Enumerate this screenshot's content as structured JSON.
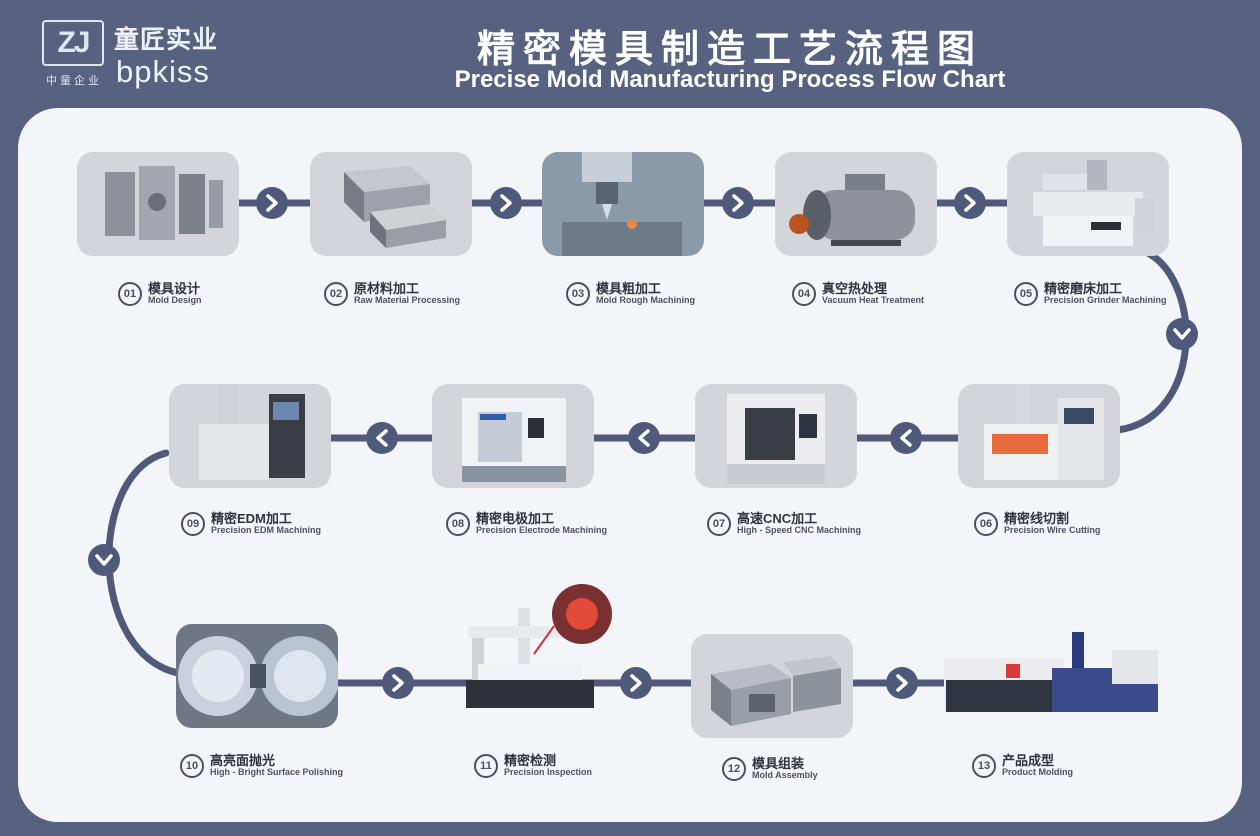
{
  "header": {
    "logo_mark": "ZJ",
    "brand_cn": "童匠实业",
    "brand_sub": "中童企业",
    "brand_en": "bpkiss",
    "title_cn": "精密模具制造工艺流程图",
    "title_en": "Precise Mold Manufacturing Process Flow Chart"
  },
  "colors": {
    "background": "#566280",
    "panel": "#f4f5f8",
    "connector": "#4f5a7a",
    "card": "#d3d5da"
  },
  "steps": [
    {
      "num": "01",
      "cn": "模具设计",
      "en": "Mold Design",
      "icon": "mold-design-image"
    },
    {
      "num": "02",
      "cn": "原材料加工",
      "en": "Raw Material Processing",
      "icon": "steel-blocks-image"
    },
    {
      "num": "03",
      "cn": "模具粗加工",
      "en": "Mold Rough Machining",
      "icon": "milling-image"
    },
    {
      "num": "04",
      "cn": "真空热处理",
      "en": "Vacuum Heat Treatment",
      "icon": "vacuum-furnace-image"
    },
    {
      "num": "05",
      "cn": "精密磨床加工",
      "en": "Precision Grinder Machining",
      "icon": "grinder-image"
    },
    {
      "num": "06",
      "cn": "精密线切割",
      "en": "Precision Wire Cutting",
      "icon": "wire-cutting-machine-image"
    },
    {
      "num": "07",
      "cn": "高速CNC加工",
      "en": "High - Speed CNC Machining",
      "icon": "cnc-machine-image"
    },
    {
      "num": "08",
      "cn": "精密电极加工",
      "en": "Precision Electrode Machining",
      "icon": "electrode-machine-image"
    },
    {
      "num": "09",
      "cn": "精密EDM加工",
      "en": "Precision EDM Machining",
      "icon": "edm-machine-image"
    },
    {
      "num": "10",
      "cn": "高亮面抛光",
      "en": "High - Bright Surface Polishing",
      "icon": "polished-surface-image"
    },
    {
      "num": "11",
      "cn": "精密检测",
      "en": "Precision Inspection",
      "icon": "cmm-inspection-image"
    },
    {
      "num": "12",
      "cn": "模具组装",
      "en": "Mold Assembly",
      "icon": "mold-assembly-image"
    },
    {
      "num": "13",
      "cn": "产品成型",
      "en": "Product Molding",
      "icon": "injection-molding-machine-image"
    }
  ]
}
